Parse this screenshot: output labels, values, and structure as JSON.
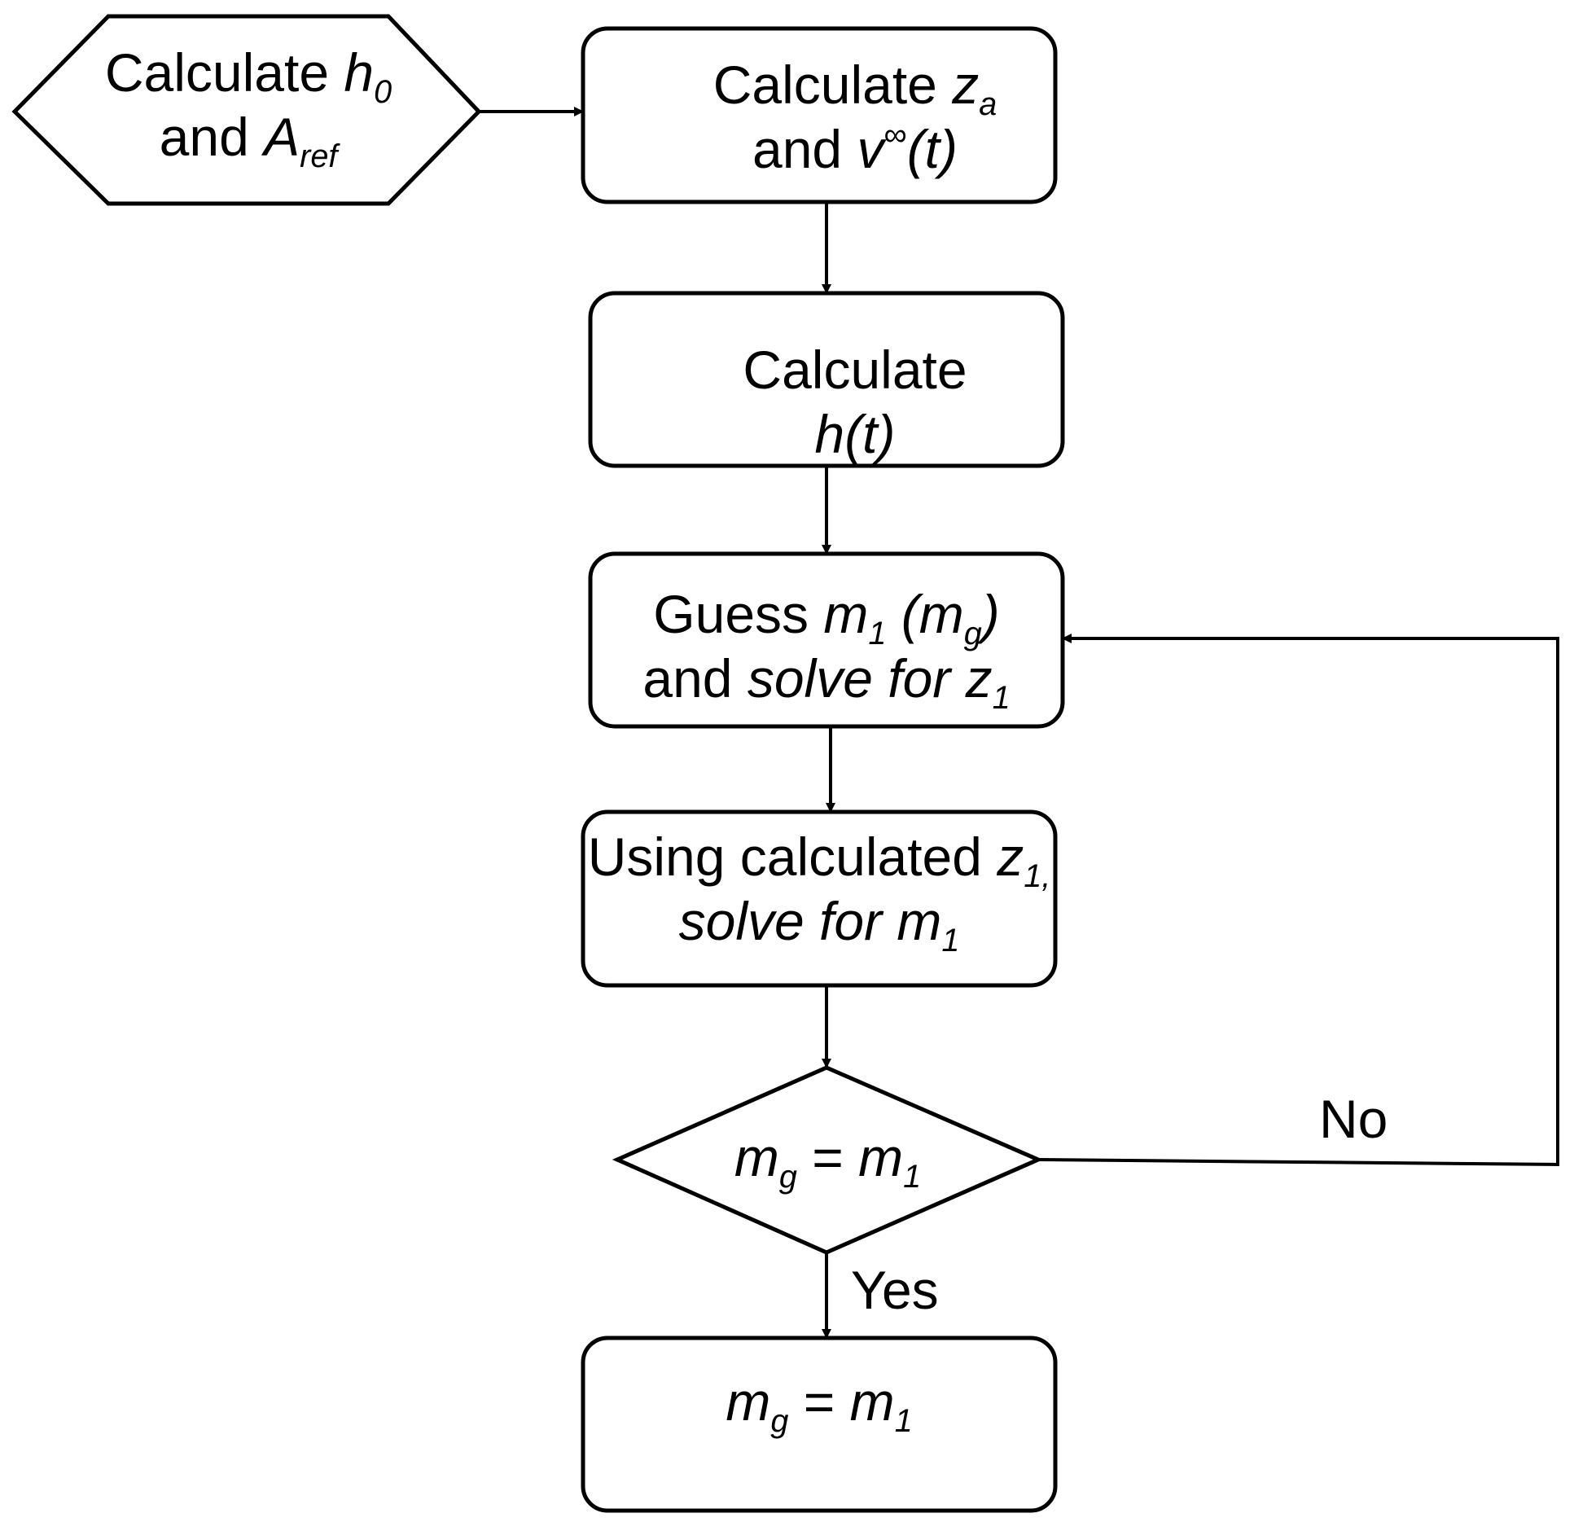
{
  "nodes": {
    "start": {
      "line1": "Calculate ",
      "sym1": "h",
      "sub1": "0",
      "line2": "and ",
      "sym2": "A",
      "sub2": "ref"
    },
    "za": {
      "line1": "Calculate ",
      "sym1": "z",
      "sub1": "a",
      "line2": "and ",
      "sym2": "v",
      "sup2": "∞",
      "sym2b": "(t)"
    },
    "ht": {
      "line1": "Calculate",
      "line2": "h(t)"
    },
    "guess": {
      "w1": "Guess ",
      "sym1": "m",
      "sub1": "1",
      "sym1b": " (m",
      "sub1b": "g",
      "sym1c": ")",
      "w2": "and ",
      "sym2": "solve for z",
      "sub2": "1"
    },
    "using": {
      "w1": "Using calculated ",
      "sym1": "z",
      "sub1": "1,",
      "sym2": "solve for m",
      "sub2": "1"
    },
    "decision": {
      "lhs": "m",
      "lhs_sub": "g",
      "eq": " = ",
      "rhs": "m",
      "rhs_sub": "1"
    },
    "end": {
      "lhs": "m",
      "lhs_sub": "g",
      "eq": " = ",
      "rhs": "m",
      "rhs_sub": "1"
    }
  },
  "edges": {
    "no_label": "No",
    "yes_label": "Yes"
  },
  "colors": {
    "stroke": "#000000",
    "fill": "#ffffff"
  }
}
